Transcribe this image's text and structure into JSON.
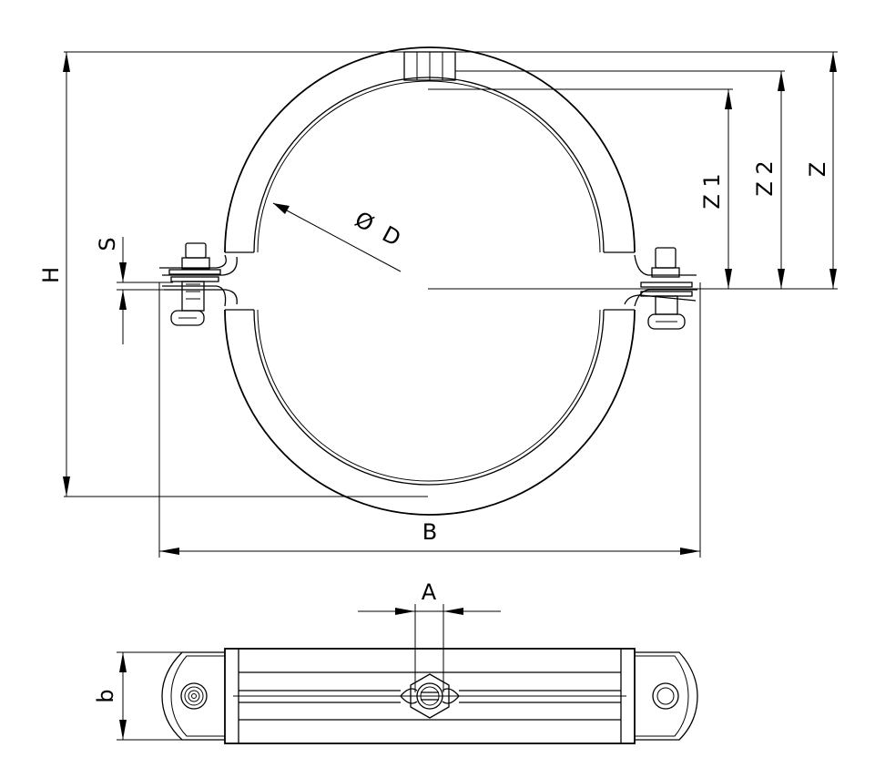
{
  "labels": {
    "height": "H",
    "width": "B",
    "diameter_symbol": "Ø",
    "diameter": "D",
    "z": "Z",
    "z1": "Z 1",
    "z2": "Z 2",
    "gap": "S",
    "nut_width": "A",
    "band_width": "b"
  }
}
